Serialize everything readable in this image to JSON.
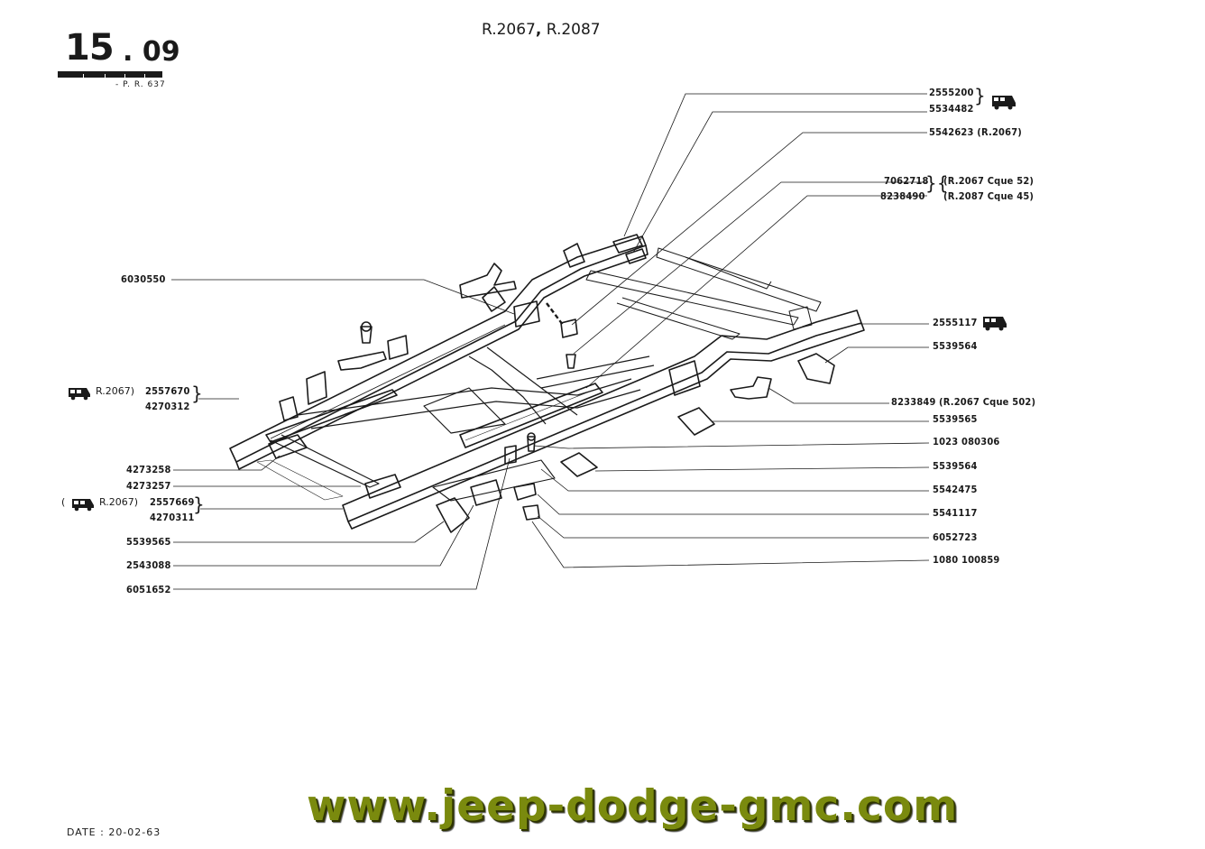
{
  "header": {
    "section_major": "15",
    "section_minor": ". 09",
    "pr_ref": "- P. R. 637",
    "models_1": "R.2067",
    "models_sep": ",",
    "models_2": "R.2087"
  },
  "labels_right": {
    "l1": "2555200",
    "l2": "5534482",
    "l3": "5542623 (R.2067)",
    "l4a": "7062718",
    "l4b": "8238490",
    "l4a_note": "(R.2067 Cque 52)",
    "l4b_note": "(R.2087 Cque 45)",
    "l5": "2555117",
    "l6": "5539564",
    "l7": "8233849",
    "l7_note": "(R.2067 Cque 502)",
    "l8": "5539565",
    "l9": "1023 080306",
    "l10": "5539564",
    "l11": "5542475",
    "l12": "5541117",
    "l13": "6052723",
    "l14": "1080 100859"
  },
  "labels_left": {
    "a1": "6030550",
    "a2_prefix": "R.2067)",
    "a2": "2557670",
    "a3": "4270312",
    "a4": "4273258",
    "a5": "4273257",
    "a6_prefix": "( ",
    "a6_model": "R.2067)",
    "a6": "2557669",
    "a7": "4270311",
    "a8": "5539565",
    "a9": "2543088",
    "a10": "6051652"
  },
  "footer": {
    "date": "DATE : 20-02-63",
    "website": "www.jeep-dodge-gmc.com"
  },
  "colors": {
    "ink": "#1a1a1a",
    "website_green": "#7a8a0e",
    "website_shadow": "#2e3400"
  },
  "icons": [
    "van-icon",
    "van-icon",
    "van-icon",
    "van-icon"
  ]
}
